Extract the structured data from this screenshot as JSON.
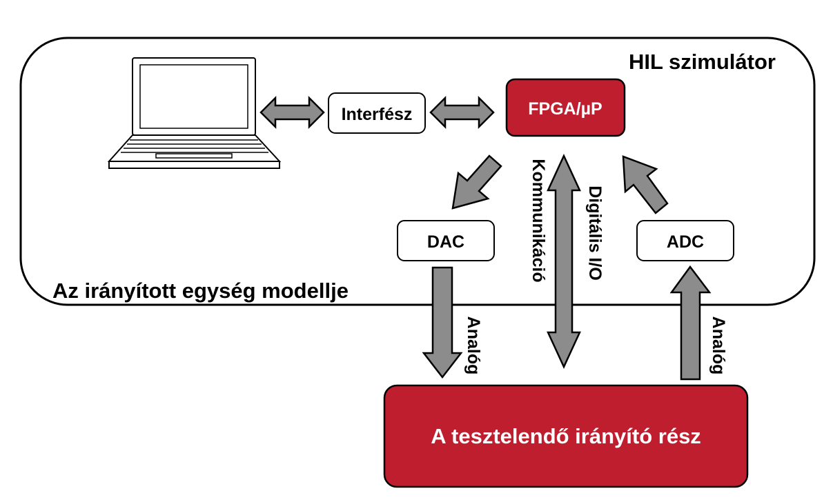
{
  "simulator": {
    "title": "HIL szimulátor",
    "model_label": "Az irányított egység modellje"
  },
  "blocks": {
    "interface": "Interfész",
    "fpga": "FPGA/µP",
    "dac": "DAC",
    "adc": "ADC",
    "controller": "A tesztelendő irányító rész"
  },
  "links": {
    "communication": "Kommunikáció",
    "digital_io": "Digitális I/O",
    "analog_out": "Analóg",
    "analog_in": "Analóg"
  },
  "colors": {
    "accent": "#BE1E2D",
    "arrow_fill": "#8C8C8C",
    "stroke": "#000000",
    "background": "#FFFFFF"
  }
}
